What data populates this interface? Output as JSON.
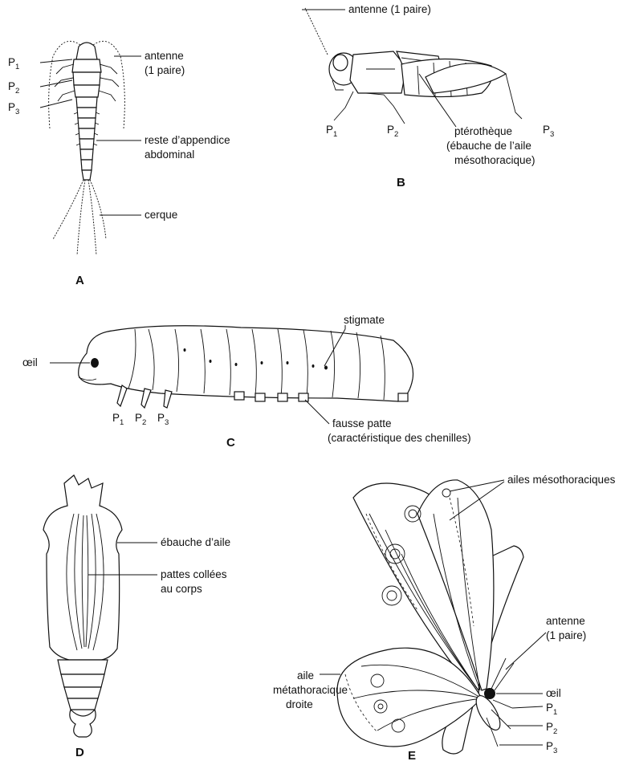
{
  "panels": {
    "A": {
      "letter": "A",
      "legs": [
        {
          "p": "P",
          "sub": "1"
        },
        {
          "p": "P",
          "sub": "2"
        },
        {
          "p": "P",
          "sub": "3"
        }
      ],
      "antenna_line1": "antenne",
      "antenna_line2": "(1 paire)",
      "appendix_line1": "reste d’appendice",
      "appendix_line2": "abdominal",
      "cerque": "cerque"
    },
    "B": {
      "letter": "B",
      "antenna": "antenne (1 paire)",
      "legs": [
        {
          "p": "P",
          "sub": "1"
        },
        {
          "p": "P",
          "sub": "2"
        },
        {
          "p": "P",
          "sub": "3"
        }
      ],
      "pterotheque_line1": "ptérothèque",
      "pterotheque_line2": "(ébauche de l’aile",
      "pterotheque_line3": "mésothoracique)"
    },
    "C": {
      "letter": "C",
      "stigmate": "stigmate",
      "oeil": "œil",
      "legs": [
        {
          "p": "P",
          "sub": "1"
        },
        {
          "p": "P",
          "sub": "2"
        },
        {
          "p": "P",
          "sub": "3"
        }
      ],
      "fausse_line1": "fausse patte",
      "fausse_line2": "(caractéristique des chenilles)"
    },
    "D": {
      "letter": "D",
      "ebauche": "ébauche d’aile",
      "pattes_line1": "pattes collées",
      "pattes_line2": "au corps"
    },
    "E": {
      "letter": "E",
      "ailes_meso": "ailes mésothoraciques",
      "antenna_line1": "antenne",
      "antenna_line2": "(1 paire)",
      "oeil": "œil",
      "aile_line1": "aile",
      "aile_line2": "métathoracique",
      "aile_line3": "droite",
      "legs": [
        {
          "p": "P",
          "sub": "1"
        },
        {
          "p": "P",
          "sub": "2"
        },
        {
          "p": "P",
          "sub": "3"
        }
      ]
    }
  }
}
